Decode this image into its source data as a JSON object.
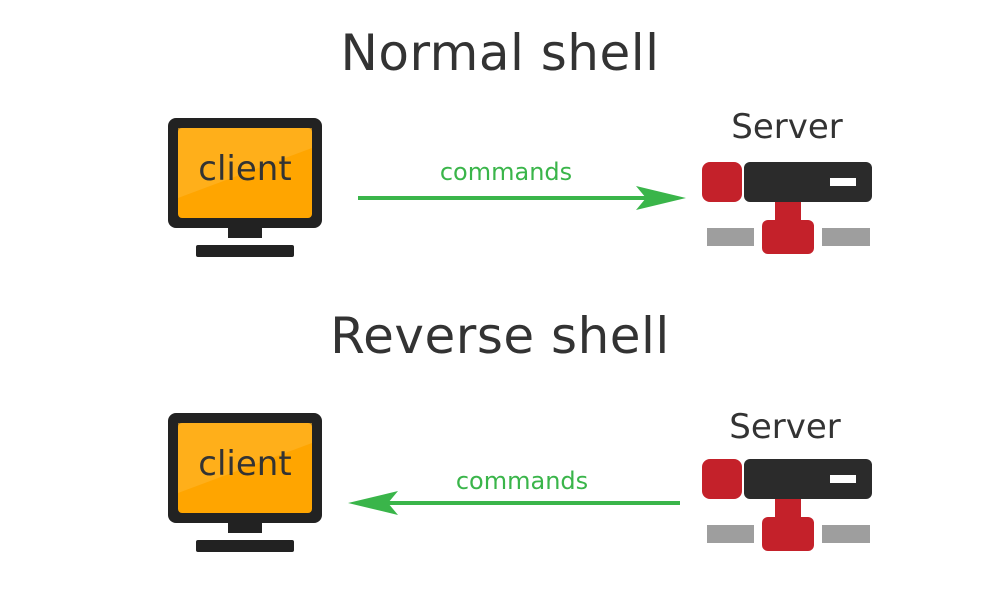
{
  "sections": {
    "normal": {
      "title": "Normal shell",
      "client_label": "client",
      "server_label": "Server",
      "arrow_label": "commands",
      "arrow_direction": "client-to-server"
    },
    "reverse": {
      "title": "Reverse shell",
      "client_label": "client",
      "server_label": "Server",
      "arrow_label": "commands",
      "arrow_direction": "server-to-client"
    }
  },
  "icons": {
    "client": "monitor-icon",
    "server": "server-icon",
    "arrow": "arrow-icon"
  },
  "colors": {
    "title_text": "#333333",
    "monitor_frame": "#222222",
    "monitor_screen": "#ffa500",
    "arrow": "#3ab54a",
    "server_body": "#2b2b2b",
    "server_red": "#c4212a",
    "server_gray": "#9e9e9e"
  }
}
